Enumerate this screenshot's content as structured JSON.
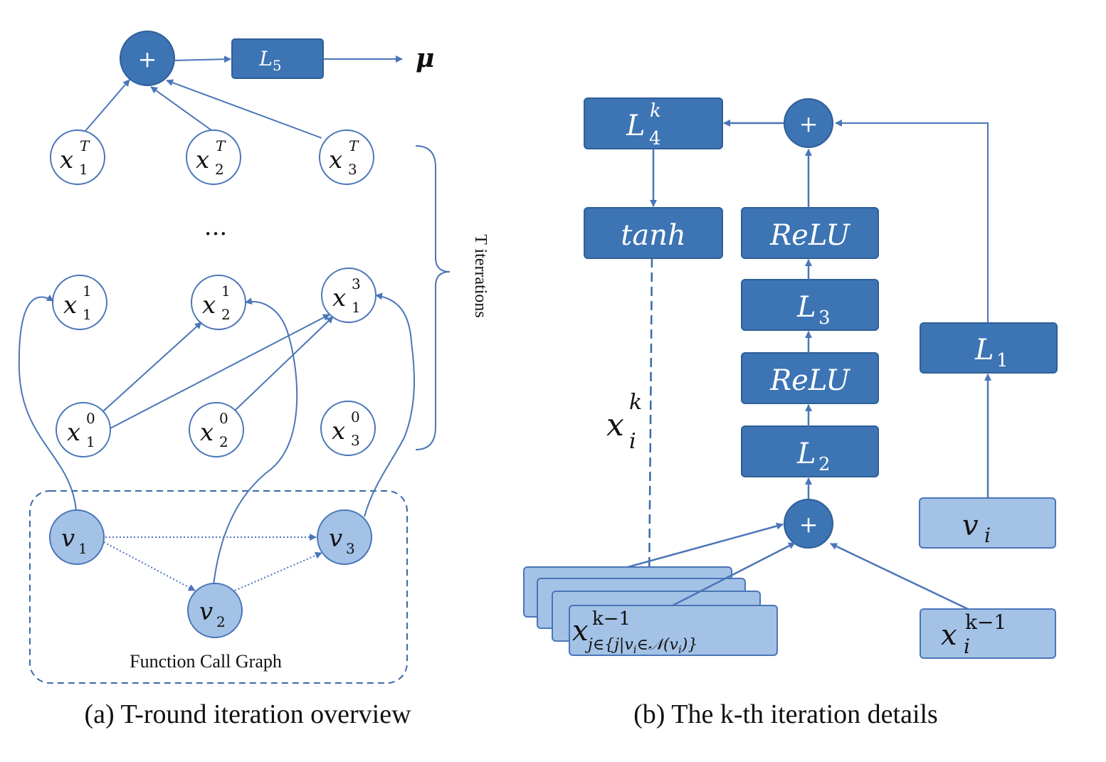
{
  "panel_a": {
    "caption": "(a) T-round iteration overview",
    "sum_symbol": "+",
    "output_layer": {
      "base": "L",
      "sub": "5"
    },
    "output_symbol": "μ",
    "top_nodes": [
      {
        "base": "x",
        "sub": "1",
        "sup": "T"
      },
      {
        "base": "x",
        "sub": "2",
        "sup": "T"
      },
      {
        "base": "x",
        "sub": "3",
        "sup": "T"
      }
    ],
    "ellipsis": "...",
    "iter1_nodes": [
      {
        "base": "x",
        "sub": "1",
        "sup": "1"
      },
      {
        "base": "x",
        "sub": "2",
        "sup": "1"
      },
      {
        "base": "x",
        "sub": "1",
        "sup": "3"
      }
    ],
    "iter0_nodes": [
      {
        "base": "x",
        "sub": "1",
        "sup": "0"
      },
      {
        "base": "x",
        "sub": "2",
        "sup": "0"
      },
      {
        "base": "x",
        "sub": "3",
        "sup": "0"
      }
    ],
    "brace_label": "T iterrations",
    "graph_nodes": [
      {
        "base": "v",
        "sub": "1"
      },
      {
        "base": "v",
        "sub": "2"
      },
      {
        "base": "v",
        "sub": "3"
      }
    ],
    "graph_label": "Function Call Graph"
  },
  "panel_b": {
    "caption": "(b) The k-th iteration details",
    "top_sum": "+",
    "bottom_sum": "+",
    "L4": {
      "base": "L",
      "sub": "4",
      "sup": "k"
    },
    "tanh": "tanh",
    "relu_top": "ReLU",
    "L3": {
      "base": "L",
      "sub": "3"
    },
    "relu_bottom": "ReLU",
    "L2": {
      "base": "L",
      "sub": "2"
    },
    "L1": {
      "base": "L",
      "sub": "1"
    },
    "vi": {
      "base": "v",
      "sub": "i"
    },
    "xik_label": {
      "base": "x",
      "sub": "i",
      "sup": "k"
    },
    "neighbors": {
      "base": "x",
      "sup": "k−1",
      "sub": "j∈{j|v",
      "sub2": "i",
      "sub3": "∈𝒩(v",
      "sub4": "i",
      "sub5": ")}"
    },
    "xi_prev": {
      "base": "x",
      "sub": "i",
      "sup": "k−1"
    }
  },
  "colors": {
    "dark_blue": "#3c74b4",
    "light_blue": "#a3c2e6",
    "edge": "#4a76b8",
    "border": "#2f5f97"
  }
}
